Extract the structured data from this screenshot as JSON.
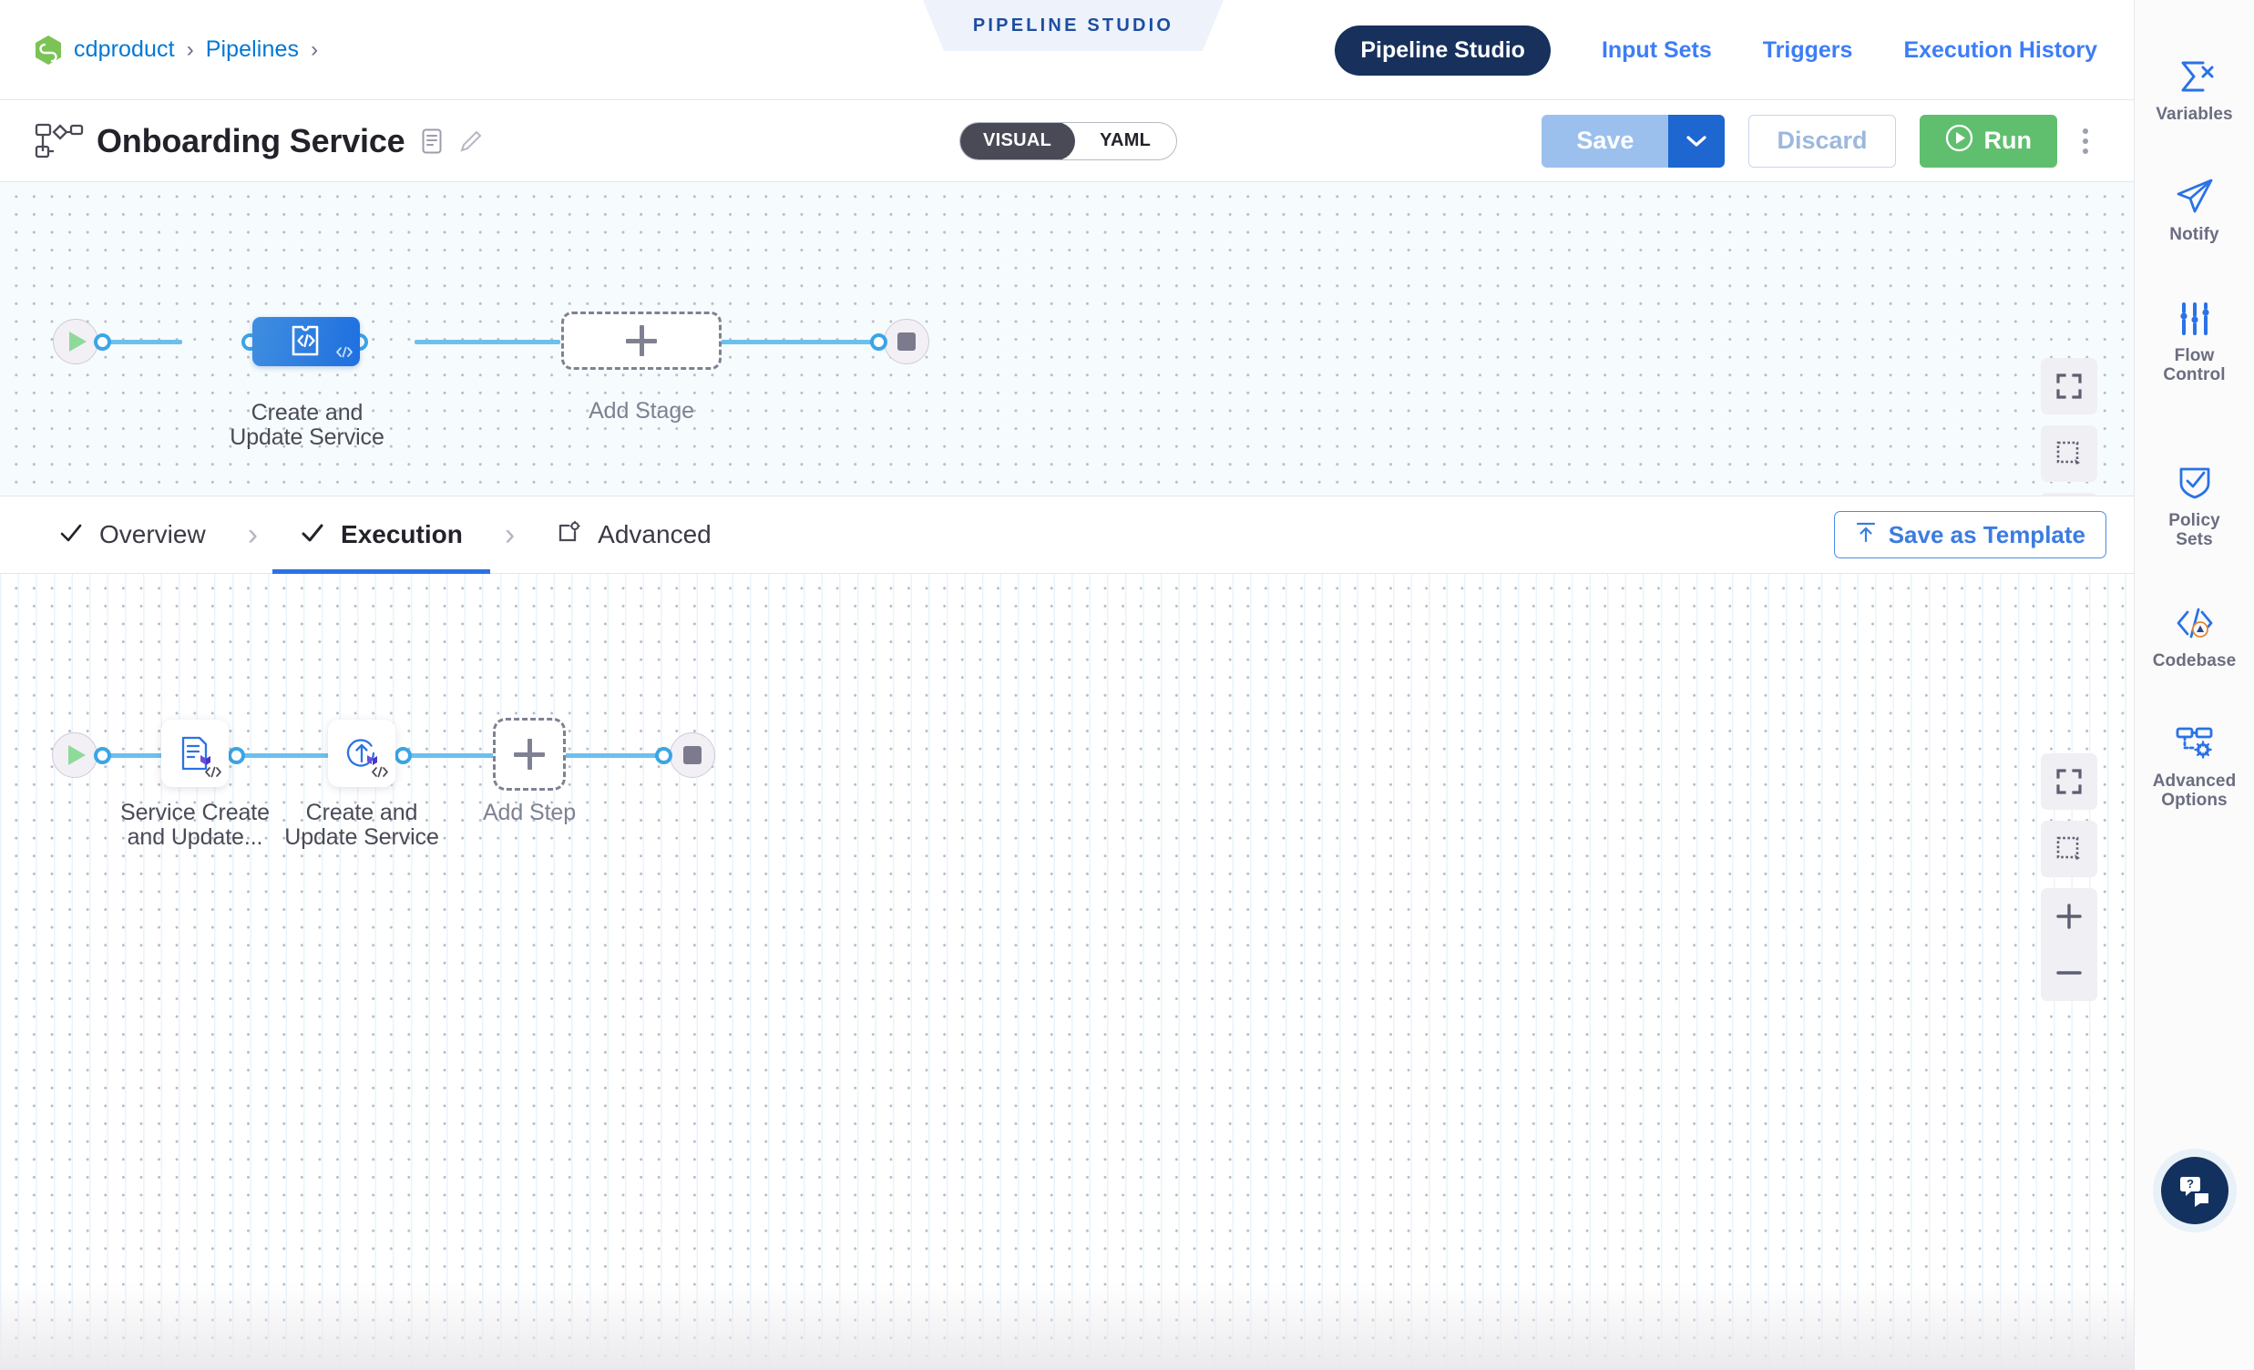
{
  "breadcrumb": {
    "logo_icon": "harness-logo-icon",
    "items": [
      "cdproduct",
      "Pipelines"
    ],
    "separator": "›"
  },
  "studio_tag": {
    "label": "PIPELINE STUDIO"
  },
  "module_nav": {
    "active": "Pipeline Studio",
    "links": [
      "Input Sets",
      "Triggers",
      "Execution History"
    ]
  },
  "title_bar": {
    "pipeline_icon": "pipeline-graph-icon",
    "title": "Onboarding Service",
    "description_icon": "description-icon",
    "edit_icon": "pencil-edit-icon",
    "view_toggle": {
      "visual": "VISUAL",
      "yaml": "YAML",
      "selected": "VISUAL"
    },
    "save_label": "Save",
    "save_caret_icon": "chevron-down-icon",
    "discard_label": "Discard",
    "run_label": "Run",
    "run_icon": "play-circle-icon",
    "more_icon": "kebab-menu-icon"
  },
  "stage_canvas": {
    "start_icon": "play-icon",
    "end_icon": "stop-icon",
    "stage": {
      "name": "Create and\nUpdate Service",
      "name_line1": "Create and",
      "name_line2": "Update Service",
      "icon": "custom-stage-icon",
      "badge_icon": "code-badge-icon",
      "color": "#2a78e0"
    },
    "add_stage_label": "Add Stage",
    "add_icon": "plus-icon",
    "controls": [
      "fullscreen-icon",
      "zoom-to-fit-icon",
      "zoom-in-icon",
      "zoom-out-icon"
    ]
  },
  "stage_tabs": {
    "items": [
      {
        "label": "Overview",
        "icon": "check-icon",
        "active": false
      },
      {
        "label": "Execution",
        "icon": "check-icon",
        "active": true
      },
      {
        "label": "Advanced",
        "icon": "advanced-gear-icon",
        "active": false
      }
    ],
    "separator": "›",
    "save_as_template_label": "Save as Template",
    "save_as_template_icon": "template-upload-icon"
  },
  "step_canvas": {
    "start_icon": "play-icon",
    "end_icon": "stop-icon",
    "steps": [
      {
        "name_line1": "Service Create",
        "name_line2": "and Update...",
        "icon": "terraform-plan-icon",
        "badge_icon": "code-badge-icon"
      },
      {
        "name_line1": "Create and",
        "name_line2": "Update Service",
        "icon": "terraform-apply-icon",
        "badge_icon": "code-badge-icon"
      }
    ],
    "add_step_label": "Add Step",
    "add_icon": "plus-icon",
    "controls": [
      "fullscreen-icon",
      "zoom-to-fit-icon",
      "zoom-in-icon",
      "zoom-out-icon"
    ]
  },
  "right_rail": {
    "items": [
      {
        "label": "Variables",
        "icon": "sigma-variables-icon"
      },
      {
        "label": "Notify",
        "icon": "paper-plane-icon"
      },
      {
        "label": "Flow\nControl",
        "label_line1": "Flow",
        "label_line2": "Control",
        "icon": "sliders-icon"
      },
      {
        "label": "Policy\nSets",
        "label_line1": "Policy",
        "label_line2": "Sets",
        "icon": "shield-check-icon"
      },
      {
        "label": "Codebase",
        "icon": "code-warning-icon"
      },
      {
        "label": "Advanced\nOptions",
        "label_line1": "Advanced",
        "label_line2": "Options",
        "icon": "advanced-options-icon"
      }
    ],
    "help_icon": "help-chat-icon"
  },
  "colors": {
    "accent_blue": "#2a72e5",
    "link_blue": "#3d7df6",
    "edge_blue": "#6cc0ee",
    "run_green": "#5fbf6f",
    "nav_navy": "#17305c",
    "stage_gradient_from": "#3f8ee0",
    "stage_gradient_to": "#1f6fe0"
  }
}
